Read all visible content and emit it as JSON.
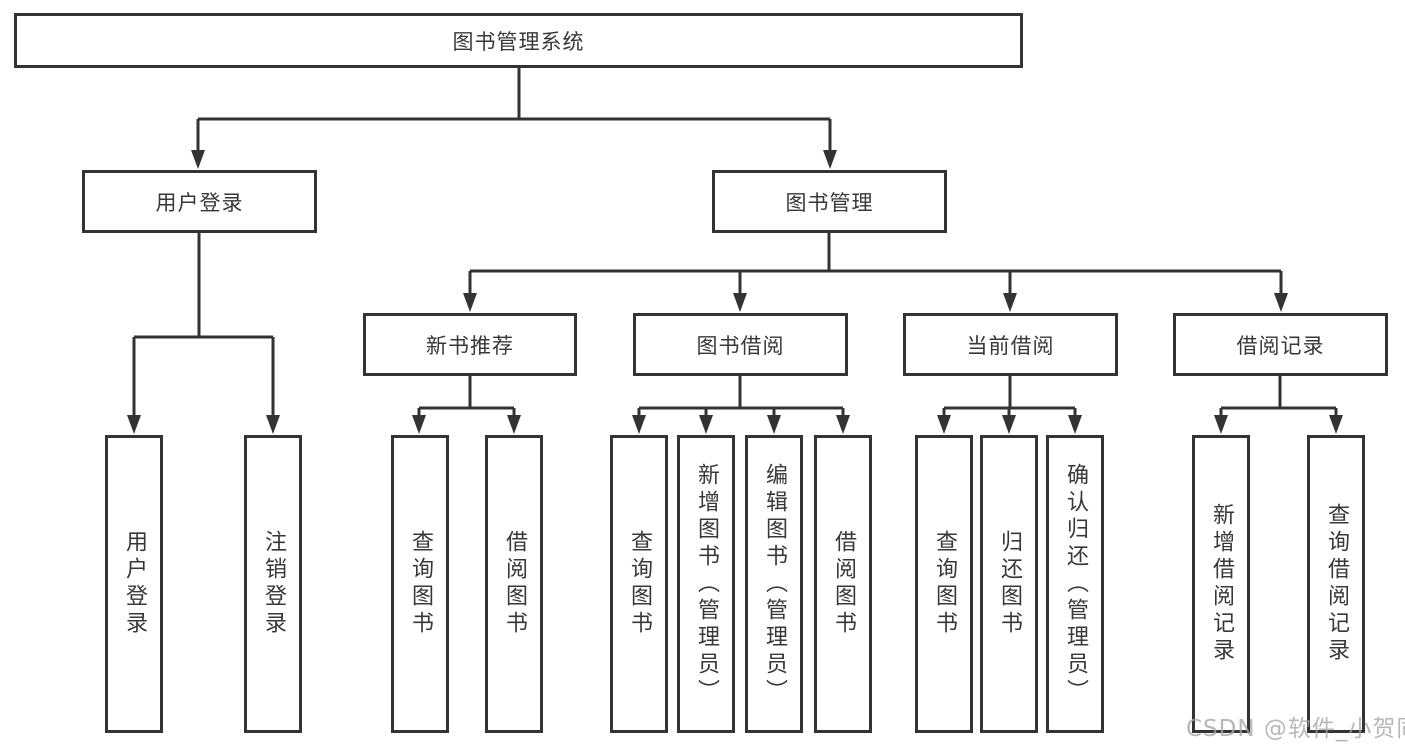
{
  "diagram": {
    "root": {
      "label": "图书管理系统"
    },
    "level1": [
      {
        "label": "用户登录"
      },
      {
        "label": "图书管理"
      }
    ],
    "level2": [
      {
        "label": "新书推荐"
      },
      {
        "label": "图书借阅"
      },
      {
        "label": "当前借阅"
      },
      {
        "label": "借阅记录"
      }
    ],
    "leaves": [
      {
        "label": "用户登录"
      },
      {
        "label": "注销登录"
      },
      {
        "label": "查询图书"
      },
      {
        "label": "借阅图书"
      },
      {
        "label": "查询图书"
      },
      {
        "label": "新增图书（管理员）"
      },
      {
        "label": "编辑图书（管理员）"
      },
      {
        "label": "借阅图书"
      },
      {
        "label": "查询图书"
      },
      {
        "label": "归还图书"
      },
      {
        "label": "确认归还（管理员）"
      },
      {
        "label": "新增借阅记录"
      },
      {
        "label": "查询借阅记录"
      }
    ]
  },
  "watermark": {
    "text": "CSDN @软件_小贺同学"
  },
  "colors": {
    "line": "#333333",
    "box_border": "#333333",
    "text": "#383838",
    "box_background": "#ffffff",
    "page_background": "#ffffff",
    "watermark": "#a6a6a6"
  }
}
